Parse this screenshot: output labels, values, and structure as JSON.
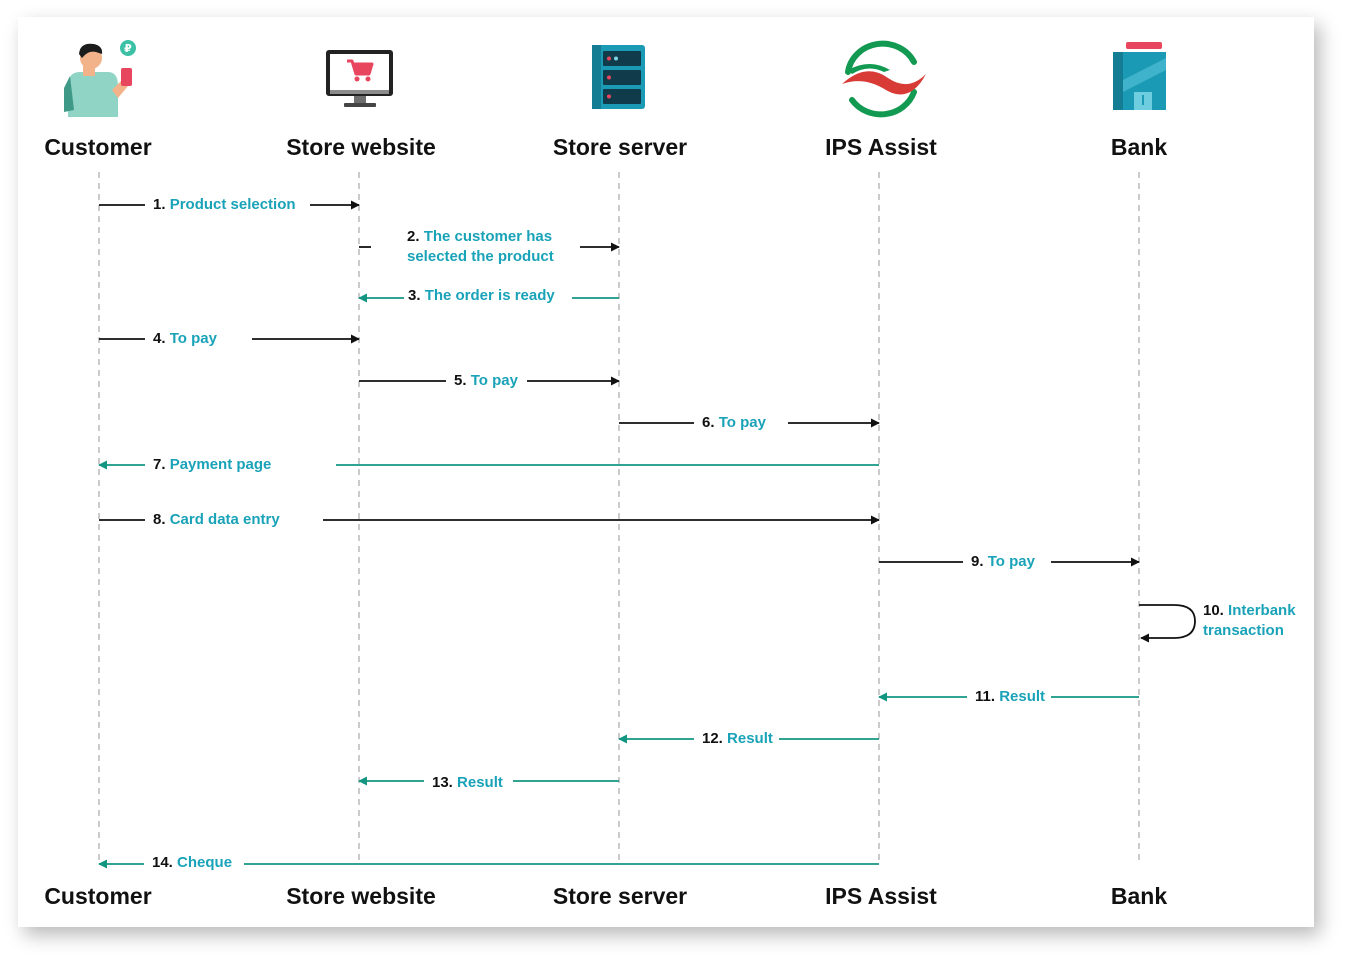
{
  "actors": [
    {
      "id": "customer",
      "label": "Customer",
      "icon": "customer-icon"
    },
    {
      "id": "store-website",
      "label": "Store website",
      "icon": "monitor-cart-icon"
    },
    {
      "id": "store-server",
      "label": "Store server",
      "icon": "server-icon"
    },
    {
      "id": "ips-assist",
      "label": "IPS Assist",
      "icon": "ips-assist-logo-icon"
    },
    {
      "id": "bank",
      "label": "Bank",
      "icon": "bank-building-icon"
    }
  ],
  "messages": [
    {
      "num": "1.",
      "lines": [
        "Product selection"
      ],
      "from": 0,
      "to": 1,
      "dir": "forward"
    },
    {
      "num": "2.",
      "lines": [
        "The customer has",
        "selected the product"
      ],
      "from": 1,
      "to": 2,
      "dir": "forward"
    },
    {
      "num": "3.",
      "lines": [
        "The order is ready"
      ],
      "from": 2,
      "to": 1,
      "dir": "return"
    },
    {
      "num": "4.",
      "lines": [
        "To pay"
      ],
      "from": 0,
      "to": 1,
      "dir": "forward"
    },
    {
      "num": "5.",
      "lines": [
        "To pay"
      ],
      "from": 1,
      "to": 2,
      "dir": "forward"
    },
    {
      "num": "6.",
      "lines": [
        "To pay"
      ],
      "from": 2,
      "to": 3,
      "dir": "forward"
    },
    {
      "num": "7.",
      "lines": [
        "Payment page"
      ],
      "from": 3,
      "to": 0,
      "dir": "return"
    },
    {
      "num": "8.",
      "lines": [
        "Card data entry"
      ],
      "from": 0,
      "to": 3,
      "dir": "forward"
    },
    {
      "num": "9.",
      "lines": [
        "To pay"
      ],
      "from": 3,
      "to": 4,
      "dir": "forward"
    },
    {
      "num": "10.",
      "lines": [
        "Interbank",
        "transaction"
      ],
      "from": 4,
      "to": 4,
      "dir": "self"
    },
    {
      "num": "11.",
      "lines": [
        "Result"
      ],
      "from": 4,
      "to": 3,
      "dir": "return"
    },
    {
      "num": "12.",
      "lines": [
        "Result"
      ],
      "from": 3,
      "to": 2,
      "dir": "return"
    },
    {
      "num": "13.",
      "lines": [
        "Result"
      ],
      "from": 2,
      "to": 1,
      "dir": "return"
    },
    {
      "num": "14.",
      "lines": [
        "Cheque"
      ],
      "from": 3,
      "to": 0,
      "dir": "return"
    }
  ],
  "colors": {
    "forward_arrow": "#111111",
    "return_arrow": "#129682",
    "label_text": "#1aa3b8",
    "number_text": "#111111",
    "lifeline": "#b5b5b5"
  }
}
